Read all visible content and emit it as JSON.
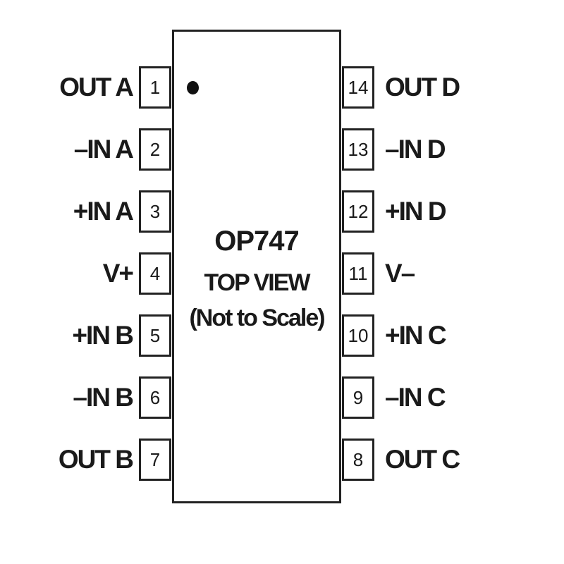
{
  "chip": {
    "part_number": "OP747",
    "view_label": "TOP VIEW",
    "scale_note": "(Not to Scale)"
  },
  "left_pins": [
    {
      "number": "1",
      "label": "OUT A"
    },
    {
      "number": "2",
      "label": "–IN A"
    },
    {
      "number": "3",
      "label": "+IN A"
    },
    {
      "number": "4",
      "label": "V+"
    },
    {
      "number": "5",
      "label": "+IN B"
    },
    {
      "number": "6",
      "label": "–IN B"
    },
    {
      "number": "7",
      "label": "OUT B"
    }
  ],
  "right_pins": [
    {
      "number": "14",
      "label": "OUT D"
    },
    {
      "number": "13",
      "label": "–IN D"
    },
    {
      "number": "12",
      "label": "+IN D"
    },
    {
      "number": "11",
      "label": "V–"
    },
    {
      "number": "10",
      "label": "+IN C"
    },
    {
      "number": "9",
      "label": "–IN C"
    },
    {
      "number": "8",
      "label": "OUT C"
    }
  ]
}
